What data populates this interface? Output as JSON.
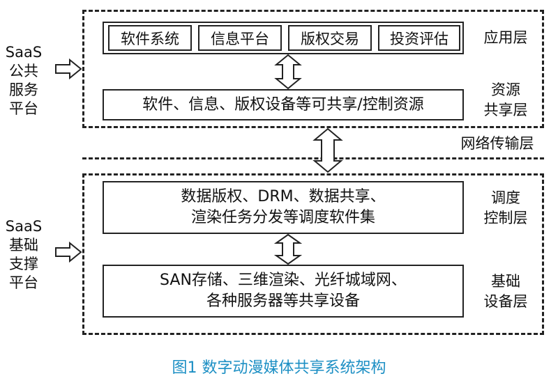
{
  "top_platform": {
    "label_lines": [
      "SaaS",
      "公共",
      "服务",
      "平台"
    ],
    "app_layer": {
      "label": "应用层",
      "modules": [
        "软件系统",
        "信息平台",
        "版权交易",
        "投资评估"
      ]
    },
    "resource_layer": {
      "label_lines": [
        "资源",
        "共享层"
      ],
      "box_text": "软件、信息、版权设备等可共享/控制资源"
    }
  },
  "network_layer": {
    "label": "网络传输层"
  },
  "bottom_platform": {
    "label_lines": [
      "SaaS",
      "基础",
      "支撑",
      "平台"
    ],
    "dispatch_layer": {
      "label_lines": [
        "调度",
        "控制层"
      ],
      "box_lines": [
        "数据版权、DRM、数据共享、",
        "渲染任务分发等调度软件集"
      ]
    },
    "infra_layer": {
      "label_lines": [
        "基础",
        "设备层"
      ],
      "box_lines": [
        "SAN存储、三维渲染、光纤城域网、",
        "各种服务器等共享设备"
      ]
    }
  },
  "caption": "图1 数字动漫媒体共享系统架构"
}
